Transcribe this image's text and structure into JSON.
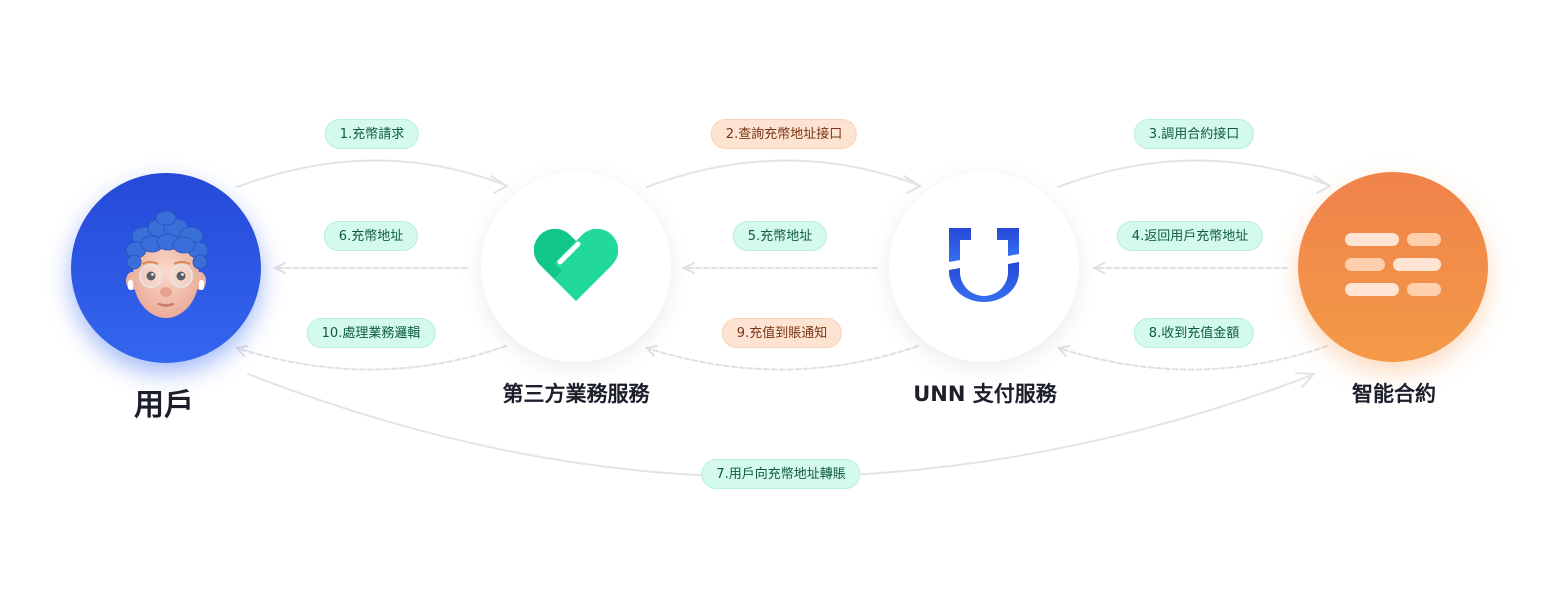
{
  "nodes": {
    "user": {
      "label": "用戶",
      "icon": "memoji-avatar-icon",
      "color": "#2e5ae6"
    },
    "third_party": {
      "label": "第三方業務服務",
      "icon": "green-heart-logo-icon",
      "color": "#22d89c"
    },
    "unn": {
      "label": "UNN 支付服務",
      "icon": "unn-shield-logo-icon",
      "color": "#2b55e0"
    },
    "contract": {
      "label": "智能合約",
      "icon": "contract-lines-icon",
      "color": "#f2894a"
    }
  },
  "steps": [
    {
      "label": "1.充幣請求",
      "style": "green"
    },
    {
      "label": "2.查詢充幣地址接口",
      "style": "orange"
    },
    {
      "label": "3.調用合約接口",
      "style": "green"
    },
    {
      "label": "4.返回用戶充幣地址",
      "style": "green"
    },
    {
      "label": "5.充幣地址",
      "style": "green"
    },
    {
      "label": "6.充幣地址",
      "style": "green"
    },
    {
      "label": "7.用戶向充幣地址轉賬",
      "style": "green"
    },
    {
      "label": "8.收到充值金額",
      "style": "green"
    },
    {
      "label": "9.充值到賬通知",
      "style": "orange"
    },
    {
      "label": "10.處理業務邏輯",
      "style": "green"
    }
  ],
  "colors": {
    "pill_green_bg": "#d3faea",
    "pill_green_text": "#0e5a43",
    "pill_orange_bg": "#fde3d2",
    "pill_orange_text": "#7a3414",
    "arrow": "#e3e3e8"
  }
}
